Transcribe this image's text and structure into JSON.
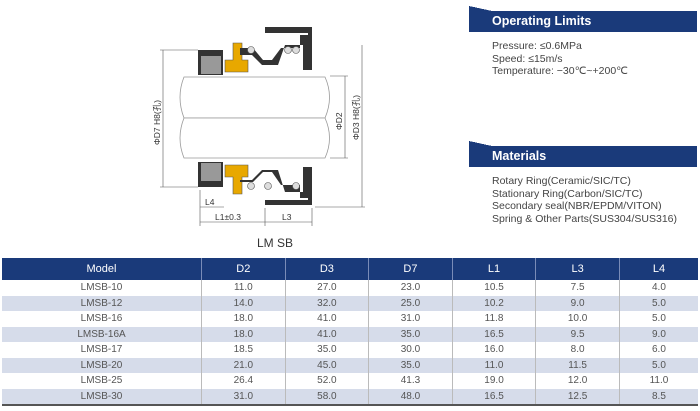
{
  "drawing": {
    "labels": {
      "d7": "ΦD7 H8(孔)",
      "d2": "ΦD2",
      "d3": "ΦD3 H8(孔)",
      "l4": "L4",
      "l1": "L1±0.3",
      "l3": "L3"
    },
    "caption": "LM SB"
  },
  "operating_limits": {
    "title": "Operating Limits",
    "lines": [
      "Pressure: ≤0.6MPa",
      "Speed: ≤15m/s",
      "Temperature: −30℃~+200℃"
    ]
  },
  "materials": {
    "title": "Materials",
    "lines": [
      "Rotary Ring(Ceramic/SIC/TC)",
      "Stationary Ring(Carbon/SIC/TC)",
      "Secondary seal(NBR/EPDM/VITON)",
      "Spring & Other Parts(SUS304/SUS316)"
    ]
  },
  "table": {
    "headers": [
      "Model",
      "D2",
      "D3",
      "D7",
      "L1",
      "L3",
      "L4"
    ],
    "rows": [
      [
        "LMSB-10",
        "11.0",
        "27.0",
        "23.0",
        "10.5",
        "7.5",
        "4.0"
      ],
      [
        "LMSB-12",
        "14.0",
        "32.0",
        "25.0",
        "10.2",
        "9.0",
        "5.0"
      ],
      [
        "LMSB-16",
        "18.0",
        "41.0",
        "31.0",
        "11.8",
        "10.0",
        "5.0"
      ],
      [
        "LMSB-16A",
        "18.0",
        "41.0",
        "35.0",
        "16.5",
        "9.5",
        "9.0"
      ],
      [
        "LMSB-17",
        "18.5",
        "35.0",
        "30.0",
        "16.0",
        "8.0",
        "6.0"
      ],
      [
        "LMSB-20",
        "21.0",
        "45.0",
        "35.0",
        "11.0",
        "11.5",
        "5.0"
      ],
      [
        "LMSB-25",
        "26.4",
        "52.0",
        "41.3",
        "19.0",
        "12.0",
        "11.0"
      ],
      [
        "LMSB-30",
        "31.0",
        "58.0",
        "48.0",
        "16.5",
        "12.5",
        "8.5"
      ]
    ]
  },
  "colors": {
    "header": "#1a3a7a",
    "alt_row": "#d6dcea",
    "seal_face": "#e8a800"
  }
}
